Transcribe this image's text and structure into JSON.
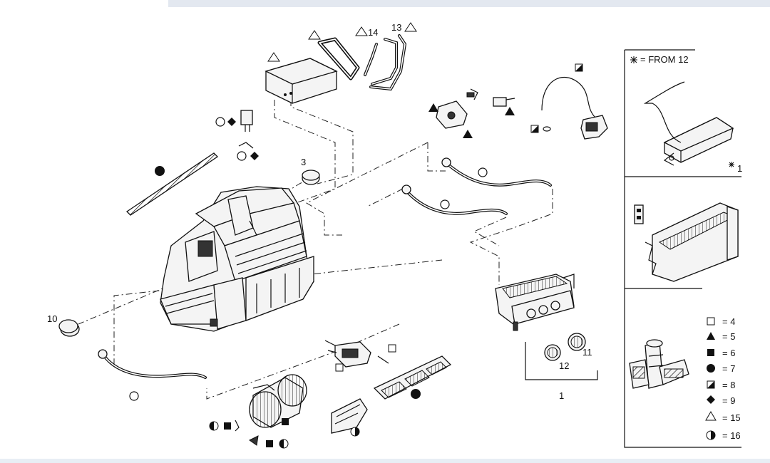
{
  "callouts": {
    "c1": "1",
    "c3": "3",
    "c10": "10",
    "c11": "11",
    "c12": "12",
    "c13": "13",
    "c14": "14"
  },
  "legend": {
    "from_note": "= FROM 12",
    "star_ref": "1",
    "items": [
      {
        "symbol": "open-square",
        "text": "= 4"
      },
      {
        "symbol": "filled-triangle",
        "text": "= 5"
      },
      {
        "symbol": "filled-square",
        "text": "= 6"
      },
      {
        "symbol": "filled-circle",
        "text": "= 7"
      },
      {
        "symbol": "half-square",
        "text": "= 8"
      },
      {
        "symbol": "filled-diamond",
        "text": "= 9"
      },
      {
        "symbol": "open-triangle",
        "text": "= 15"
      },
      {
        "symbol": "half-circle",
        "text": "= 16"
      }
    ]
  }
}
